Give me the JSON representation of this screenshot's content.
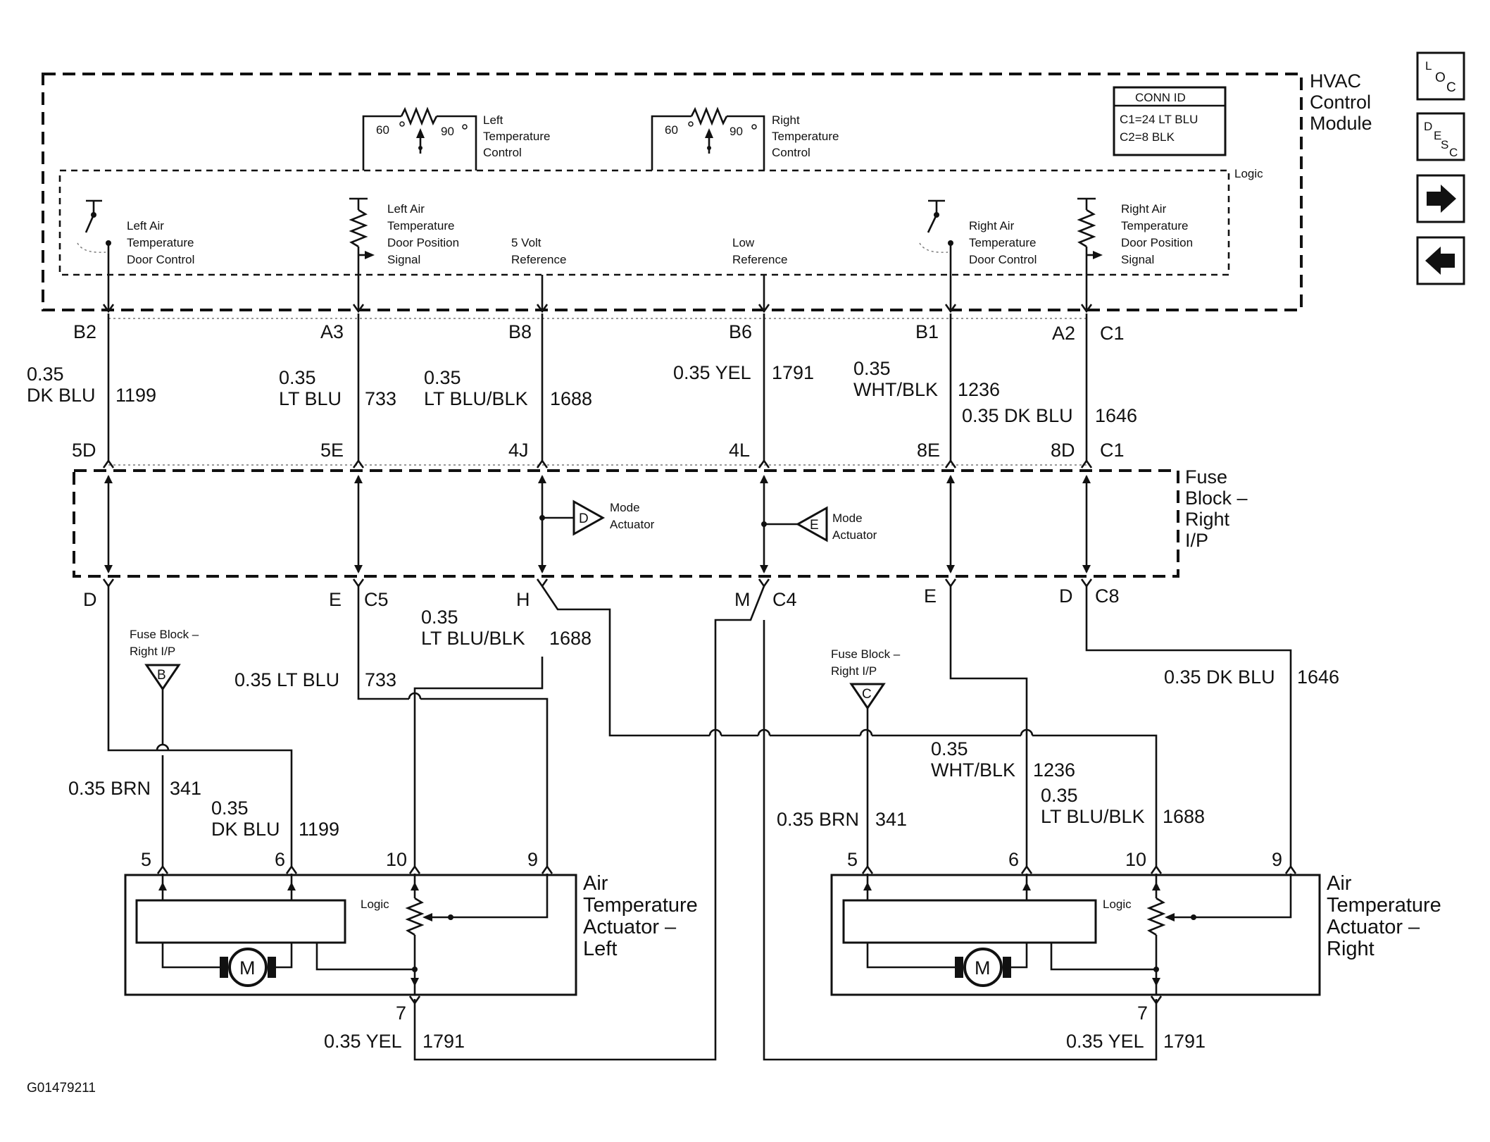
{
  "hvac": {
    "title": [
      "HVAC",
      "Control",
      "Module"
    ],
    "logic": "Logic",
    "conn_id": {
      "header": "CONN ID",
      "c1": "C1=24 LT BLU",
      "c2": "C2=8 BLK"
    },
    "left_temp_control": [
      "Left",
      "Temperature",
      "Control"
    ],
    "right_temp_control": [
      "Right",
      "Temperature",
      "Control"
    ],
    "pot_low": "60",
    "pot_high": "90",
    "left_door_control": [
      "Left Air",
      "Temperature",
      "Door Control"
    ],
    "left_door_signal": [
      "Left Air",
      "Temperature",
      "Door Position",
      "Signal"
    ],
    "five_volt": [
      "5 Volt",
      "Reference"
    ],
    "low_ref": [
      "Low",
      "Reference"
    ],
    "right_door_control": [
      "Right Air",
      "Temperature",
      "Door Control"
    ],
    "right_door_signal": [
      "Right Air",
      "Temperature",
      "Door Position",
      "Signal"
    ]
  },
  "hvac_pins": [
    "B2",
    "A3",
    "B8",
    "B6",
    "B1",
    "A2",
    "C1"
  ],
  "wires_top": {
    "w1": {
      "gauge": "0.35",
      "color": "DK BLU",
      "circuit": "1199"
    },
    "w2": {
      "gauge": "0.35",
      "color": "LT BLU",
      "circuit": "733"
    },
    "w3": {
      "gauge": "0.35",
      "color": "LT BLU/BLK",
      "circuit": "1688"
    },
    "w4": {
      "label": "0.35 YEL",
      "circuit": "1791"
    },
    "w5": {
      "gauge": "0.35",
      "color": "WHT/BLK",
      "circuit": "1236"
    },
    "w6": {
      "label": "0.35 DK BLU",
      "circuit": "1646"
    }
  },
  "fuse_top_pins": [
    "5D",
    "5E",
    "4J",
    "4L",
    "8E",
    "8D",
    "C1"
  ],
  "fuse_block": {
    "title": [
      "Fuse",
      "Block –",
      "Right",
      "I/P"
    ],
    "mode_d": {
      "letter": "D",
      "label": [
        "Mode",
        "Actuator"
      ]
    },
    "mode_e": {
      "letter": "E",
      "label": [
        "Mode",
        "Actuator"
      ]
    }
  },
  "fuse_bottom_pins": [
    "D",
    "E",
    "C5",
    "H",
    "M",
    "C4",
    "E",
    "D",
    "C8"
  ],
  "wires_bottom": {
    "lt_blu_blk": {
      "gauge": "0.35",
      "color": "LT BLU/BLK",
      "circuit": "1688"
    },
    "lt_blu": {
      "label": "0.35 LT BLU",
      "circuit": "733"
    },
    "dk_blu_r": {
      "label": "0.35 DK BLU",
      "circuit": "1646"
    },
    "brn_l": {
      "label": "0.35 BRN",
      "circuit": "341"
    },
    "dk_blu_l": {
      "gauge": "0.35",
      "color": "DK BLU",
      "circuit": "1199"
    },
    "brn_r": {
      "label": "0.35 BRN",
      "circuit": "341"
    },
    "wht_blk_r": {
      "gauge": "0.35",
      "color": "WHT/BLK",
      "circuit": "1236"
    },
    "lt_blu_blk_r": {
      "gauge": "0.35",
      "color": "LT BLU/BLK",
      "circuit": "1688"
    },
    "yel_l": {
      "label": "0.35 YEL",
      "circuit": "1791"
    },
    "yel_r": {
      "label": "0.35 YEL",
      "circuit": "1791"
    }
  },
  "splice_b": {
    "letter": "B",
    "label": [
      "Fuse Block –",
      "Right I/P"
    ]
  },
  "splice_c": {
    "letter": "C",
    "label": [
      "Fuse Block –",
      "Right I/P"
    ]
  },
  "actuator_left": {
    "title": [
      "Air",
      "Temperature",
      "Actuator –",
      "Left"
    ],
    "logic": "Logic",
    "motor": "M",
    "pins": [
      "5",
      "6",
      "10",
      "9",
      "7"
    ]
  },
  "actuator_right": {
    "title": [
      "Air",
      "Temperature",
      "Actuator –",
      "Right"
    ],
    "logic": "Logic",
    "motor": "M",
    "pins": [
      "5",
      "6",
      "10",
      "9",
      "7"
    ]
  },
  "figure_id": "G01479211",
  "nav": {
    "loc_main": "L",
    "loc_sub1": "O",
    "loc_sub2": "C",
    "desc_main": "D",
    "desc_sub1": "E",
    "desc_sub2": "S",
    "desc_sub3": "C",
    "next_icon": "right-arrow-icon",
    "prev_icon": "left-arrow-icon"
  }
}
